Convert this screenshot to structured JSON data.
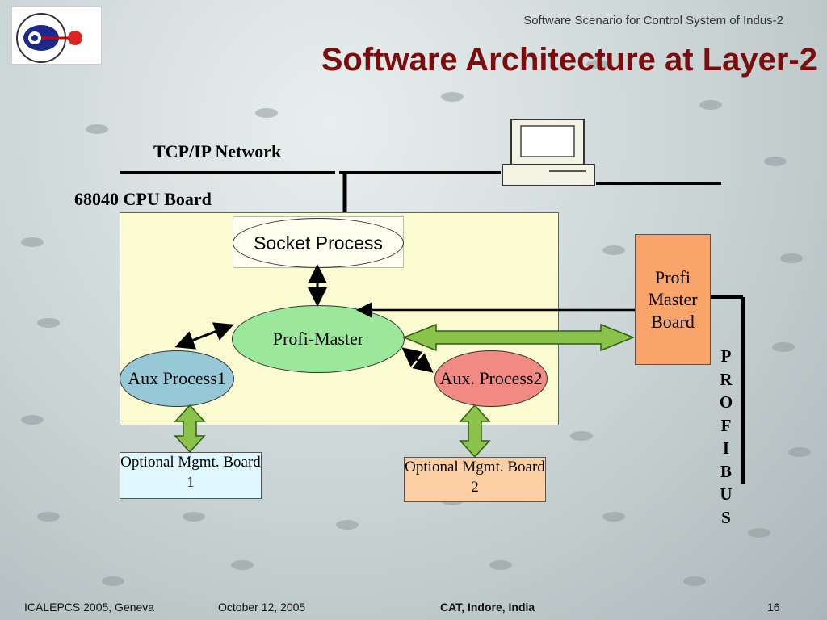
{
  "header": {
    "subtitle": "Software Scenario for Control System of Indus-2",
    "title": "Software Architecture at Layer-2"
  },
  "diagram": {
    "tcp_label": "TCP/IP Network",
    "cpu_board_label": "68040 CPU Board",
    "socket_process": "Socket Process",
    "profi_master": "Profi-Master",
    "aux_process_1": "Aux Process1",
    "aux_process_2": "Aux. Process2",
    "profi_master_board": "Profi Master Board",
    "optional_mgmt_board_1": "Optional Mgmt. Board 1",
    "optional_mgmt_board_2": "Optional Mgmt. Board 2",
    "profibus": "PROFIBUS"
  },
  "footer": {
    "conference": "ICALEPCS 2005, Geneva",
    "date": "October 12, 2005",
    "organization": "CAT, Indore, India",
    "page": "16"
  },
  "colors": {
    "title": "#7a0d0d",
    "cpu_board": "#fbfbd2",
    "profi_master": "#9be89b",
    "aux1": "#96c8d6",
    "aux2": "#f08a82",
    "profi_master_board": "#f9a46a",
    "arrow_green": "#8bc34a"
  }
}
